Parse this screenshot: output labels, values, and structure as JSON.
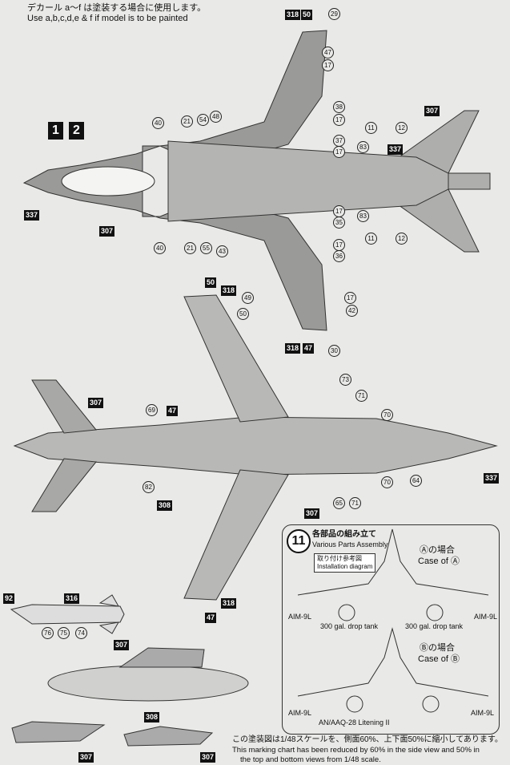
{
  "notes": {
    "top_jp": "デカール a～f は塗装する場合に使用します。",
    "top_en": "Use a,b,c,d,e & f if model is to be painted",
    "bottom_jp": "この塗装図は1/48スケールを、側面60%、上下面50%に縮小してあります。",
    "bottom_en_1": "This marking chart has been reduced by 60% in the side view and 50% in",
    "bottom_en_2": "the top and bottom views from 1/48 scale."
  },
  "markers": {
    "m1": "1",
    "m2": "2"
  },
  "boxed_labels": {
    "l318a": "318",
    "l50a": "50",
    "l337a": "337",
    "l337b": "337",
    "l307a": "307",
    "l307b": "307",
    "l50b": "50",
    "l318b": "318",
    "l318c": "318",
    "l47a": "47",
    "l307c": "307",
    "l47b": "47",
    "l337c": "337",
    "l308a": "308",
    "l307d": "307",
    "l318d": "318",
    "l47c": "47",
    "l92": "92",
    "l316": "316",
    "l307e": "307",
    "l308b": "308",
    "l307f": "307",
    "l307g": "307"
  },
  "circ_labels": {
    "c29": "29",
    "c47a": "47",
    "c17a": "17",
    "c38": "38",
    "c17b": "17",
    "c37": "37",
    "c17c": "17",
    "c11a": "11",
    "c12a": "12",
    "c40a": "40",
    "c21a": "21",
    "c54": "54",
    "c48": "48",
    "c83a": "83",
    "c83b": "83",
    "c17d": "17",
    "c35": "35",
    "c17e": "17",
    "c36": "36",
    "c11b": "11",
    "c12b": "12",
    "c40b": "40",
    "c21b": "21",
    "c55": "55",
    "c43": "43",
    "c49": "49",
    "c17f": "17",
    "c42": "42",
    "c30": "30",
    "c50c": "50",
    "c73": "73",
    "c71a": "71",
    "c69": "69",
    "c70a": "70",
    "c70b": "70",
    "c82": "82",
    "c64": "64",
    "c65": "65",
    "c71b": "71",
    "c76": "76",
    "c75": "75",
    "c74": "74"
  },
  "assembly": {
    "step": "11",
    "title_jp": "各部品の組み立て",
    "title_en": "Various Parts Assembly",
    "diag_jp": "取り付け参考図",
    "diag_en": "Installation diagram",
    "caseA_jp": "Ⓐの場合",
    "caseA_en": "Case of Ⓐ",
    "caseB_jp": "Ⓑの場合",
    "caseB_en": "Case of Ⓑ",
    "aim9l_1": "AIM-9L",
    "aim9l_2": "AIM-9L",
    "aim9l_3": "AIM-9L",
    "aim9l_4": "AIM-9L",
    "tank_1": "300 gal. drop tank",
    "tank_2": "300 gal. drop tank",
    "pod": "AN/AAQ-28 Litening II"
  }
}
